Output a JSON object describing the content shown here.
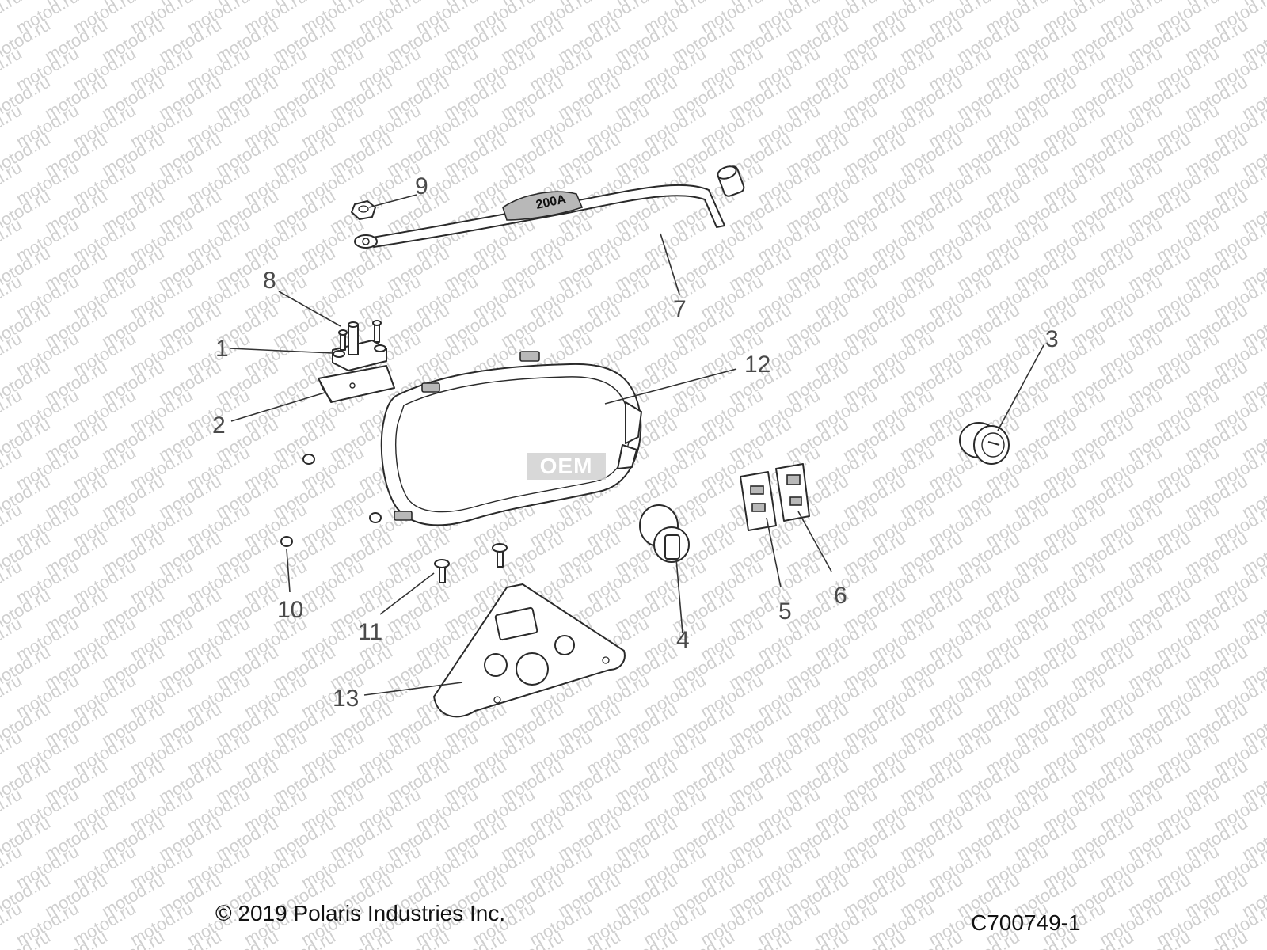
{
  "watermark": {
    "text": "motod.ru"
  },
  "oem_badge": "OEM",
  "fuse_label": "200A",
  "callouts": [
    {
      "id": "c1",
      "number": "1"
    },
    {
      "id": "c2",
      "number": "2"
    },
    {
      "id": "c3",
      "number": "3"
    },
    {
      "id": "c4",
      "number": "4"
    },
    {
      "id": "c5",
      "number": "5"
    },
    {
      "id": "c6",
      "number": "6"
    },
    {
      "id": "c7",
      "number": "7"
    },
    {
      "id": "c8",
      "number": "8"
    },
    {
      "id": "c9",
      "number": "9"
    },
    {
      "id": "c10",
      "number": "10"
    },
    {
      "id": "c11",
      "number": "11"
    },
    {
      "id": "c12",
      "number": "12"
    },
    {
      "id": "c13",
      "number": "13"
    }
  ],
  "footer": {
    "copyright": "© 2019 Polaris Industries Inc.",
    "figure_code": "C700749-1"
  }
}
